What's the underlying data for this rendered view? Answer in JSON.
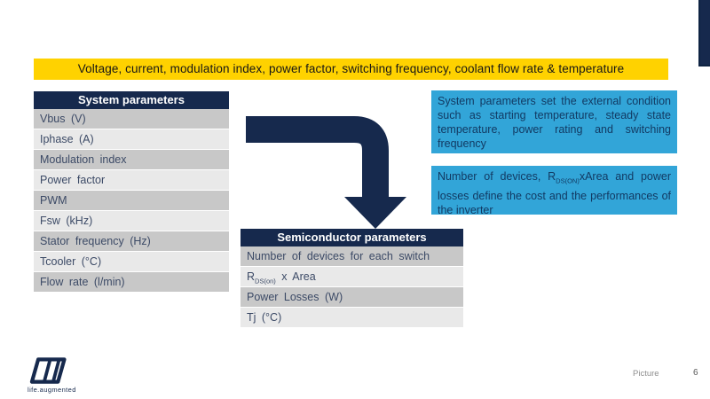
{
  "slide": {
    "banner_text": "Voltage, current, modulation index, power factor, switching frequency, coolant flow rate & temperature",
    "footer_label": "Picture",
    "page_number": "6",
    "logo_tagline": "life.augmented"
  },
  "system_table": {
    "title": "System parameters",
    "rows": [
      "Vbus (V)",
      "Iphase (A)",
      "Modulation index",
      "Power factor",
      "PWM",
      "Fsw (kHz)",
      "Stator frequency (Hz)",
      "Tcooler (°C)",
      "Flow rate (l/min)"
    ]
  },
  "semiconductor_table": {
    "title": "Semiconductor parameters",
    "rows": [
      {
        "pre": "Number of devices for each switch",
        "sub": "",
        "post": ""
      },
      {
        "pre": "R",
        "sub": "DS(on)",
        "post": " x Area"
      },
      {
        "pre": "Power Losses (W)",
        "sub": "",
        "post": ""
      },
      {
        "pre": "Tj (°C)",
        "sub": "",
        "post": ""
      }
    ]
  },
  "callouts": [
    {
      "pre": "System parameters set the external condition such as starting temperature, steady state temperature, power rating and switching frequency",
      "sub": "",
      "post": ""
    },
    {
      "pre": "Number of devices, R",
      "sub": "DS(ON)",
      "post": "xArea and power losses define the cost and the performances of the inverter"
    }
  ],
  "colors": {
    "navy": "#16294d",
    "banner_yellow": "#ffd200",
    "callout_blue": "#32a5d8",
    "row_dark_gray": "#c8c8c8",
    "row_light_gray": "#e9e9e9",
    "row_text": "#3c4a66"
  }
}
